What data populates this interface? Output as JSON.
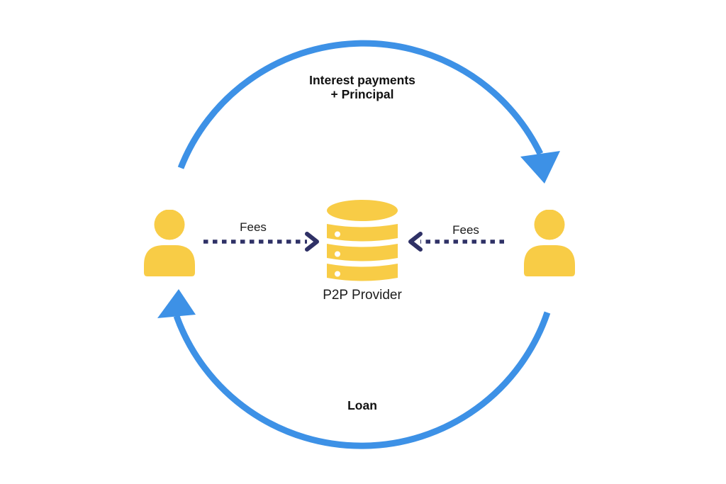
{
  "diagram": {
    "kind": "p2p-lending-cycle",
    "background_color": "#FFFFFF",
    "top_flow": {
      "label_line1": "Interest payments",
      "label_line2": "+ Principal",
      "arrow_color": "#3D91E6",
      "direction": "left-actor-to-right-actor-over-top"
    },
    "bottom_flow": {
      "label": "Loan",
      "arrow_color": "#3D91E6",
      "direction": "right-actor-to-left-actor-under-bottom"
    },
    "fee_flow_left": {
      "label": "Fees",
      "direction": "left-actor-to-provider"
    },
    "fee_flow_right": {
      "label": "Fees",
      "direction": "right-actor-to-provider"
    },
    "fee_arrow_color": "#2F3166",
    "provider": {
      "label": "P2P Provider",
      "icon": "database-icon",
      "icon_color": "#F8CC46"
    },
    "left_actor": {
      "icon": "person-icon",
      "icon_color": "#F8CC46"
    },
    "right_actor": {
      "icon": "person-icon",
      "icon_color": "#F8CC46"
    },
    "text_color": "#1A1A1A"
  }
}
